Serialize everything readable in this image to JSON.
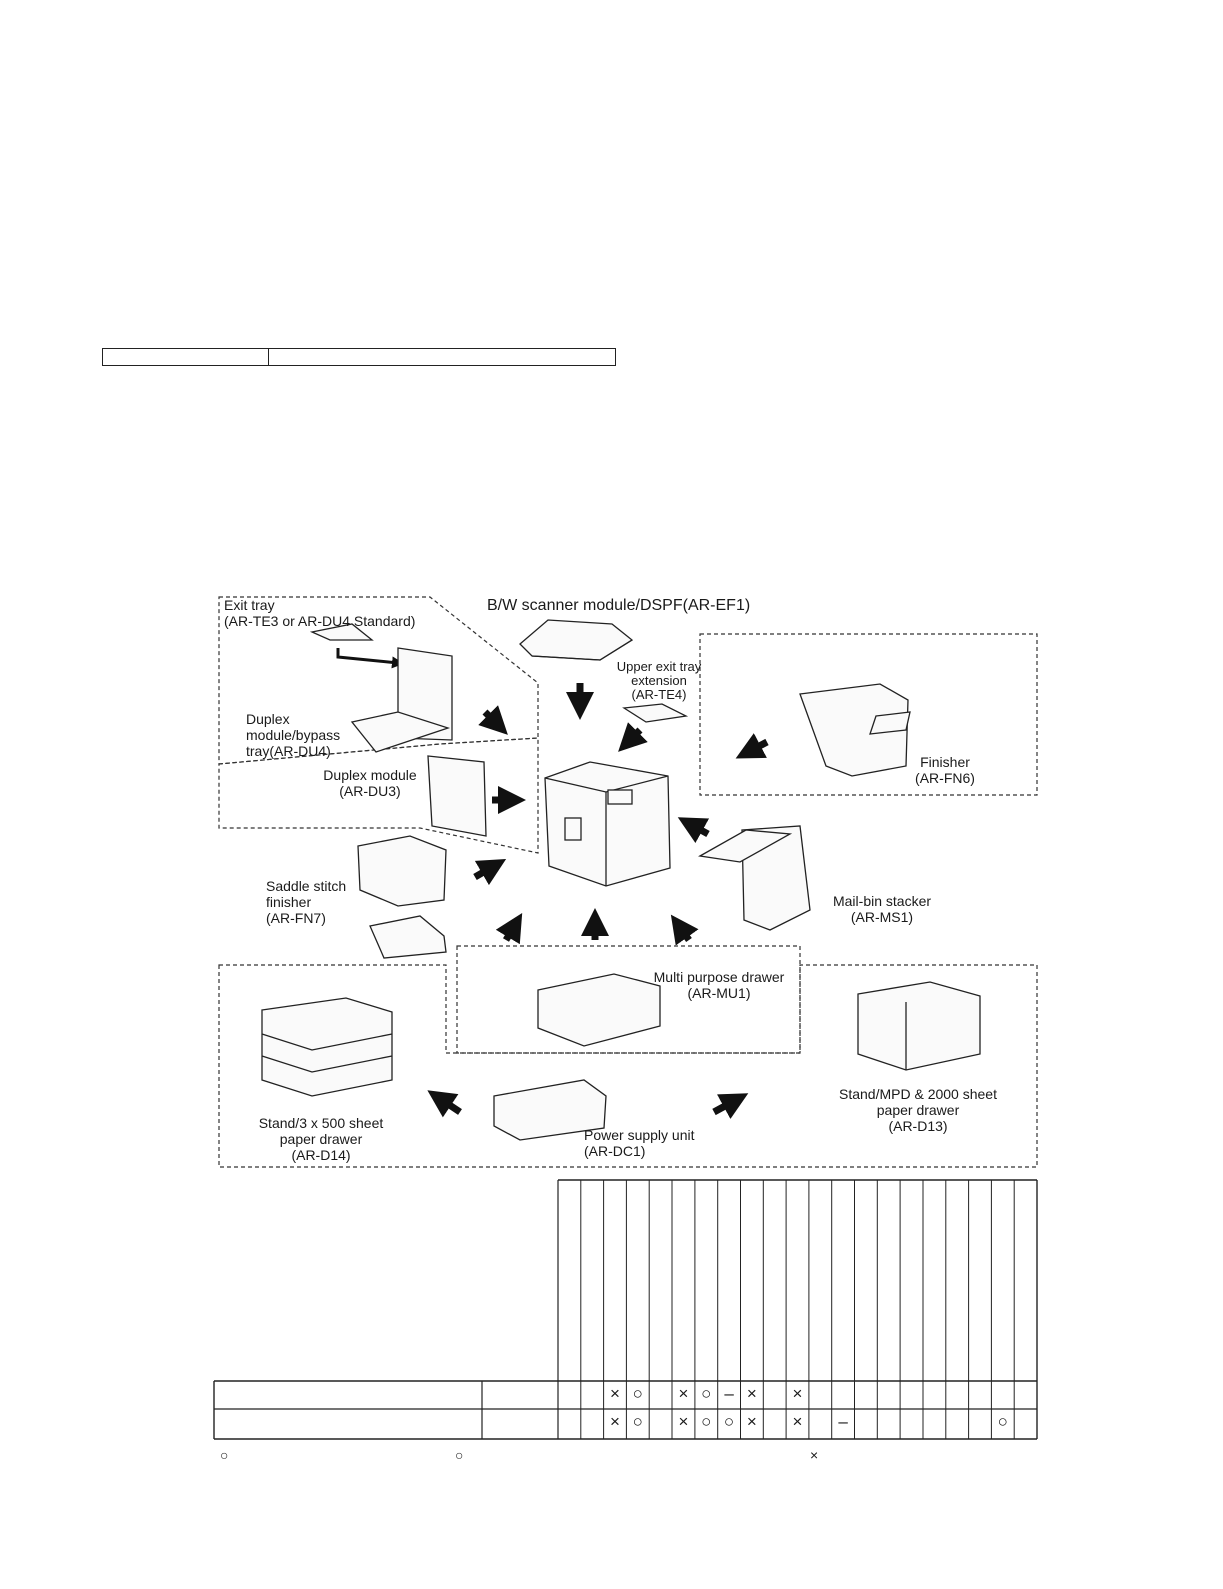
{
  "diagram": {
    "labels": {
      "exit_tray": "Exit tray\n(AR-TE3 or AR-DU4 Standard)",
      "scanner": "B/W scanner module/DSPF(AR-EF1)",
      "upper_exit": "Upper exit tray\nextension\n(AR-TE4)",
      "duplex_bypass": "Duplex\nmodule/bypass\ntray(AR-DU4)",
      "duplex_module": "Duplex module\n(AR-DU3)",
      "finisher": "Finisher\n(AR-FN6)",
      "saddle": "Saddle stitch\nfinisher\n(AR-FN7)",
      "mailbin": "Mail-bin stacker\n(AR-MS1)",
      "multi_drawer": "Multi purpose drawer\n(AR-MU1)",
      "stand3": "Stand/3 x 500 sheet\npaper drawer\n(AR-D14)",
      "power": "Power supply unit\n(AR-DC1)",
      "stand_mpd": "Stand/MPD & 2000 sheet\npaper drawer\n(AR-D13)"
    }
  },
  "matrix": {
    "row1": [
      "",
      "",
      "×",
      "○",
      "",
      "×",
      "○",
      "–",
      "×",
      "",
      "×",
      "",
      "",
      "",
      "",
      "",
      "",
      "",
      "",
      "",
      ""
    ],
    "row2": [
      "",
      "",
      "×",
      "○",
      "",
      "×",
      "○",
      "○",
      "×",
      "",
      "×",
      "",
      "–",
      "",
      "",
      "",
      "",
      "",
      "",
      "○",
      ""
    ]
  },
  "legend": [
    "○",
    "○",
    "×"
  ]
}
